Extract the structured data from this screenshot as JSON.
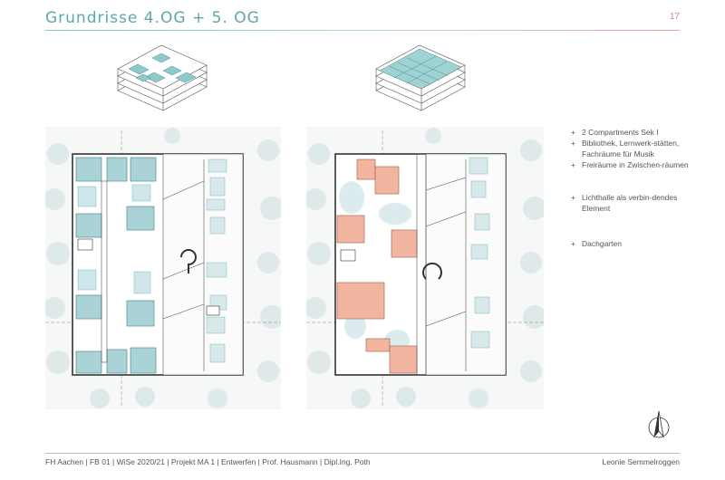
{
  "header": {
    "title": "Grundrisse 4.OG + 5. OG",
    "page_number": "17"
  },
  "notes": [
    "2 Compartments Sek I",
    "Bibliothek, Lernwerk-stätten, Fachräume für Musik",
    "Freiräume in Zwischen-räumen",
    "Lichthalle als verbin-dendes Element",
    "Dachgarten"
  ],
  "footer": {
    "left": "FH Aachen  |  FB 01  |  WiSe 2020/21  |  Projekt MA 1  |  Entwerfen  |  Prof. Hausmann  |  Dipl.Ing. Poth",
    "right": "Leonie Semmelroggen"
  },
  "colors": {
    "accent_teal": "#5ea7a8",
    "room_teal": "#a9d3d6",
    "room_salmon": "#f2b6a0",
    "tree_gray": "#d7e3e4"
  }
}
